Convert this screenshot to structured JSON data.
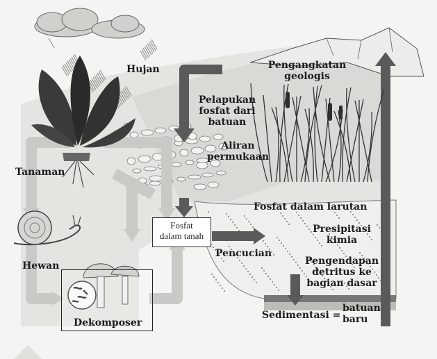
{
  "labels": {
    "hujan": "Hujan",
    "pengangkatan": "Pengangkatan\ngeologis",
    "pelapukan": "Pelapukan\nfosfat dari\nbatuan",
    "aliran": "Aliran\npermukaan",
    "tanaman": "Tanaman",
    "hewan": "Hewan",
    "fosfat_tanah": "Fosfat\ndalam tanah",
    "fosfat_larutan": "Fosfat dalam larutan",
    "presipitasi": "Presipitasi\nkimia",
    "pencucian": "Pencucian",
    "pengendapan": "Pengendapan\ndetritus ke\nbagian dasar",
    "sedimentasi": "Sedimentasi =",
    "batuan_baru": "batuan\nbaru",
    "dekomposer": "Dekomposer"
  },
  "colors": {
    "background": "#f4f4f2",
    "dark_arrow": "#5a5a5a",
    "light_arrow": "#c9c9c6",
    "hill": "#d8d8d4",
    "water": "#ececea",
    "plant": "#2e2e2e"
  },
  "icons": [
    "rain-cloud-icon",
    "plant-icon",
    "snail-icon",
    "mushroom-icon",
    "reed-icon",
    "mountain-icon"
  ]
}
